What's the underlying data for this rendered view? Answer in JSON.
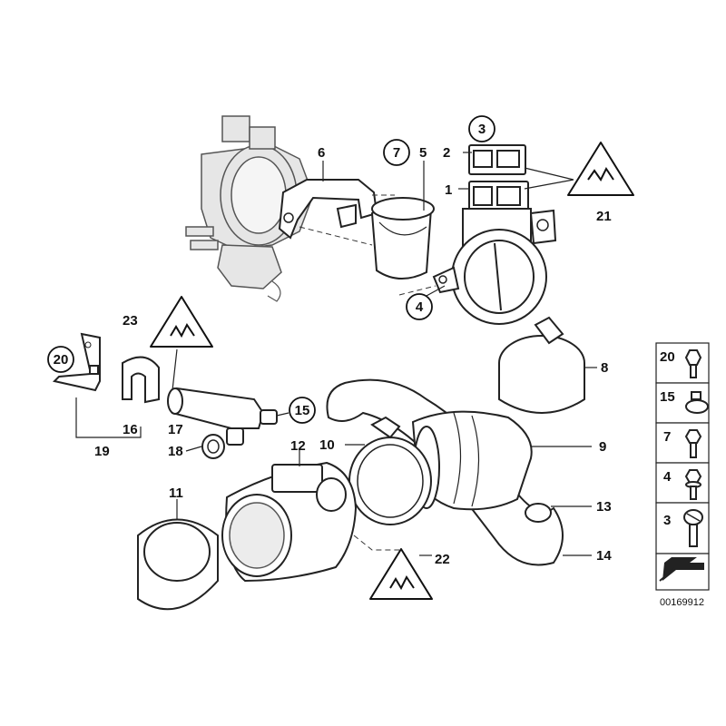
{
  "callouts": {
    "n1": "1",
    "n2": "2",
    "n3": "3",
    "n4": "4",
    "n5": "5",
    "n6": "6",
    "n7": "7",
    "n8": "8",
    "n9": "9",
    "n10": "10",
    "n11": "11",
    "n12": "12",
    "n13": "13",
    "n14": "14",
    "n15": "15",
    "n16": "16",
    "n17": "17",
    "n18": "18",
    "n19": "19",
    "n20": "20",
    "n21": "21",
    "n22": "22",
    "n23": "23"
  },
  "sidebar": {
    "items": [
      {
        "label": "20",
        "icon": "hex-bolt-washer-icon"
      },
      {
        "label": "15",
        "icon": "hose-clamp-icon"
      },
      {
        "label": "7",
        "icon": "hex-bolt-icon"
      },
      {
        "label": "4",
        "icon": "hex-bolt-washer-icon"
      },
      {
        "label": "3",
        "icon": "slotted-screw-icon"
      }
    ]
  },
  "reference_number": "00169912"
}
